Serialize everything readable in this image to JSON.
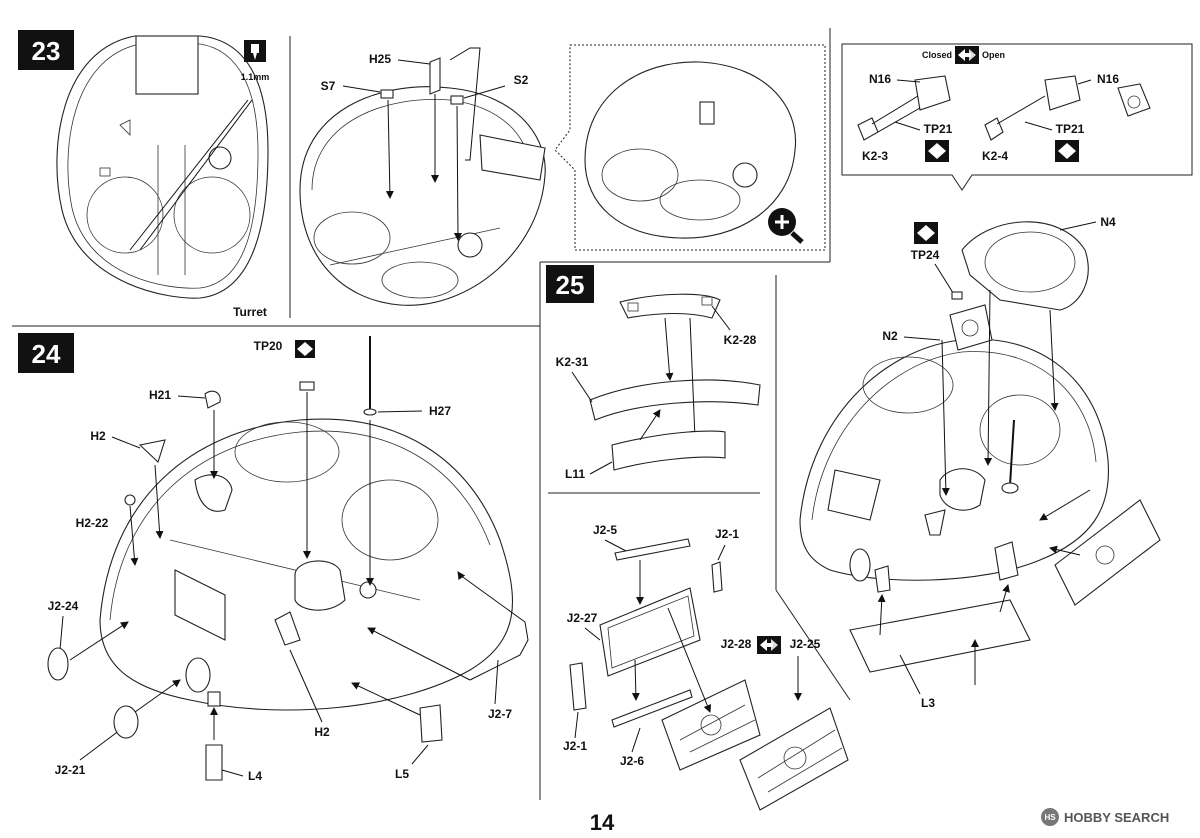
{
  "page_number": "14",
  "watermark": {
    "text": "HOBBY SEARCH",
    "circle_letter": "HS"
  },
  "steps": [
    {
      "number": "23",
      "tool_note": "1.1mm",
      "caption": "Turret"
    },
    {
      "number": "24"
    },
    {
      "number": "25"
    }
  ],
  "legend": {
    "closed_label": "Closed",
    "open_label": "Open"
  },
  "parts": {
    "h25": "H25",
    "s7": "S7",
    "s2": "S2",
    "n16": "N16",
    "tp21": "TP21",
    "k2_3": "K2-3",
    "k2_4": "K2-4",
    "tp20": "TP20",
    "h21": "H21",
    "h2": "H2",
    "h2_22": "H2-22",
    "j2_24": "J2-24",
    "j2_21": "J2-21",
    "l4": "L4",
    "l5": "L5",
    "j2_7": "J2-7",
    "h27": "H27",
    "k2_28": "K2-28",
    "k2_31": "K2-31",
    "l11": "L11",
    "j2_5": "J2-5",
    "j2_1": "J2-1",
    "j2_27": "J2-27",
    "j2_28": "J2-28",
    "j2_25": "J2-25",
    "j2_6": "J2-6",
    "n4": "N4",
    "tp24": "TP24",
    "n2": "N2",
    "l3": "L3"
  },
  "icons": [
    "drill-icon",
    "zoom-in-icon",
    "diamond-mark-icon",
    "open-close-arrow-icon"
  ]
}
